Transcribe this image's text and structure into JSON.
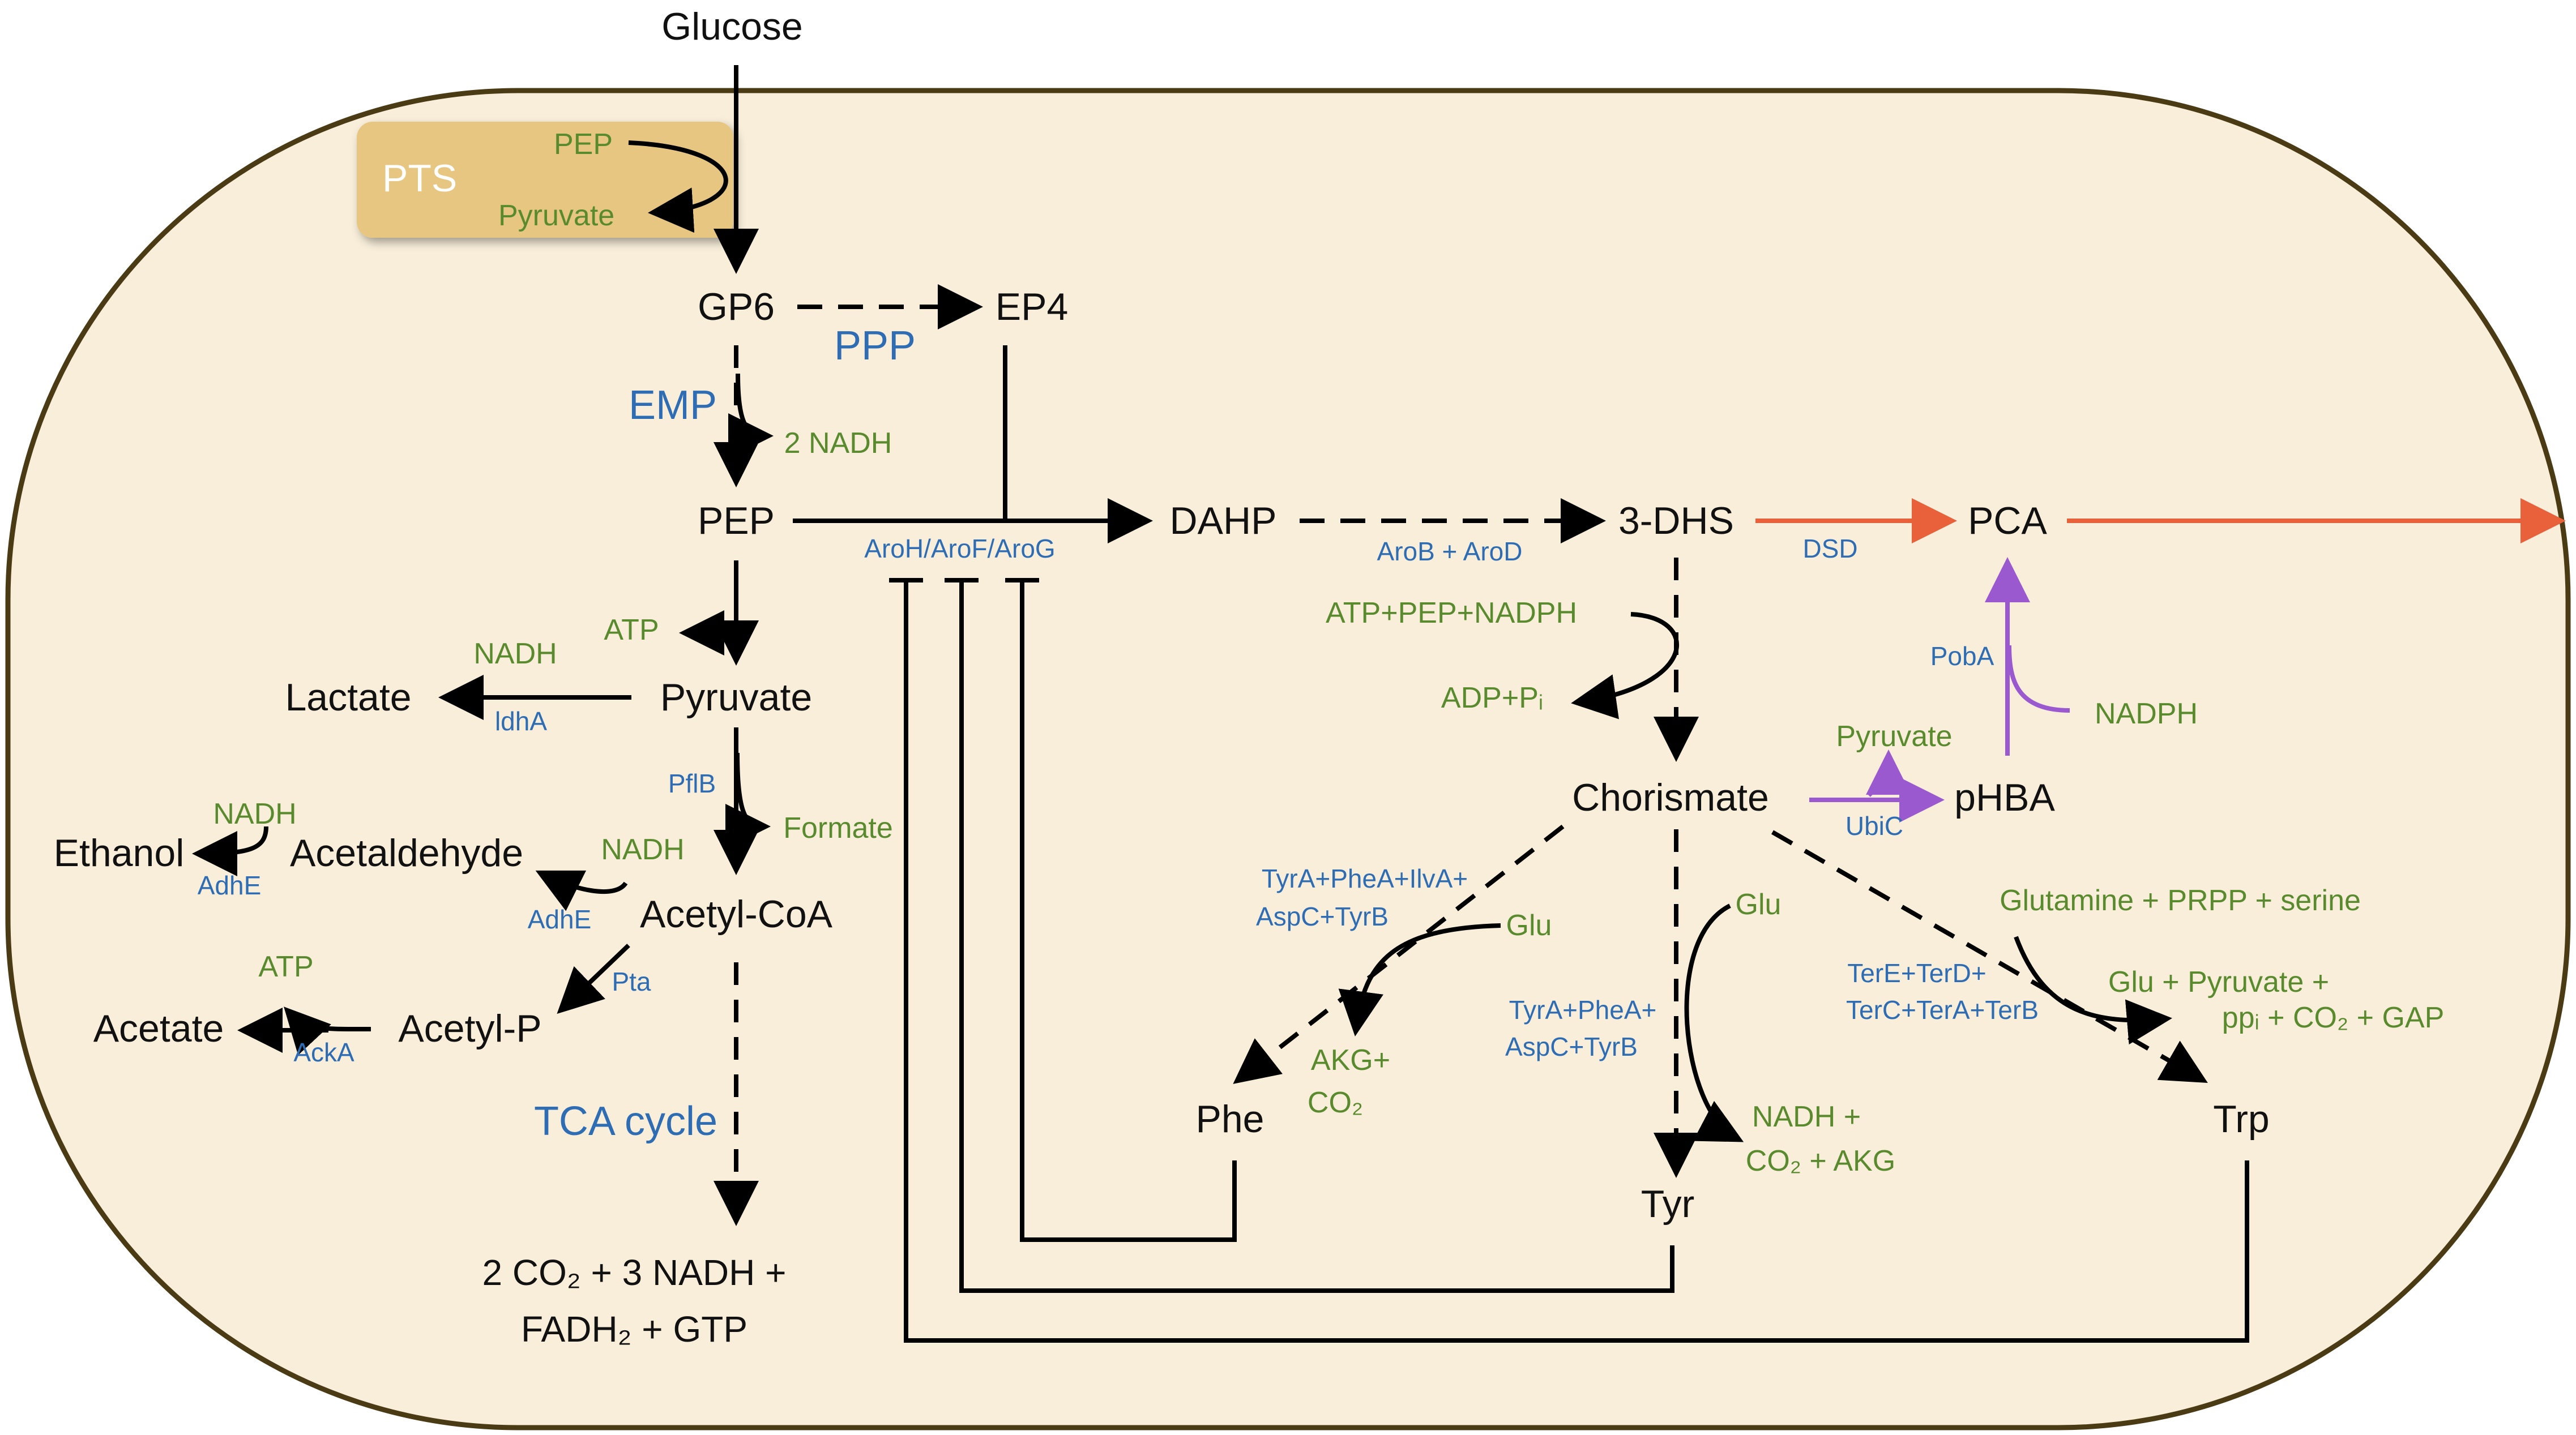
{
  "metabolites": {
    "glucose": "Glucose",
    "gp6": "GP6",
    "ep4": "EP4",
    "pep": "PEP",
    "dahp": "DAHP",
    "dhs": "3-DHS",
    "pca": "PCA",
    "pyruvate": "Pyruvate",
    "lactate": "Lactate",
    "ethanol": "Ethanol",
    "acetaldehyde": "Acetaldehyde",
    "acetyl_coa": "Acetyl-CoA",
    "acetate": "Acetate",
    "acetyl_p": "Acetyl-P",
    "chorismate": "Chorismate",
    "phba": "pHBA",
    "phe": "Phe",
    "tyr": "Tyr",
    "trp": "Trp",
    "tca_out_line1": "2 CO₂ + 3 NADH +",
    "tca_out_line2": "FADH₂ + GTP"
  },
  "pathways": {
    "pts": "PTS",
    "ppp": "PPP",
    "emp": "EMP",
    "tca": "TCA cycle"
  },
  "enzymes": {
    "aroh": "AroH/AroF/AroG",
    "arob": "AroB + AroD",
    "dsd": "DSD",
    "ldha": "ldhA",
    "pflb": "PflB",
    "adhe1": "AdhE",
    "adhe2": "AdhE",
    "pta": "Pta",
    "acka": "AckA",
    "poba": "PobA",
    "ubic": "UbiC",
    "phe_enz1": "TyrA+PheA+IlvA+",
    "phe_enz2": "AspC+TyrB",
    "tyr_enz1": "TyrA+PheA+",
    "tyr_enz2": "AspC+TyrB",
    "trp_enz1": "TerE+TerD+",
    "trp_enz2": "TerC+TerA+TerB"
  },
  "cofactors": {
    "pts_pep": "PEP",
    "pts_pyruvate": "Pyruvate",
    "nadh_emp": "2 NADH",
    "atp_pep": "ATP",
    "nadh_lactate": "NADH",
    "formate": "Formate",
    "nadh_ethanol": "NADH",
    "nadh_acetaldehyde": "NADH",
    "atp_acetate": "ATP",
    "atp_pep_nadph": "ATP+PEP+NADPH",
    "adp_pi": "ADP+Pᵢ",
    "pyruvate_ubic": "Pyruvate",
    "nadph_poba": "NADPH",
    "glu_phe": "Glu",
    "akg_co2_1": "AKG+",
    "akg_co2_2": "CO₂",
    "glu_tyr": "Glu",
    "nadh_co2_1": "NADH +",
    "nadh_co2_2": "CO₂ + AKG",
    "trp_sub": "Glutamine + PRPP + serine",
    "trp_prod1": "Glu + Pyruvate +",
    "trp_prod2": "ppᵢ + CO₂ + GAP"
  },
  "colors": {
    "cell_fill": "#F8EEDA",
    "cell_stroke": "#4A3B14",
    "pts_fill": "#E6C680",
    "arrow": "#000000",
    "pca_arrow": "#E8613A",
    "phba_arrow": "#9B59D0",
    "enzyme": "#2E6DB4",
    "cofactor": "#5A8A2E"
  }
}
